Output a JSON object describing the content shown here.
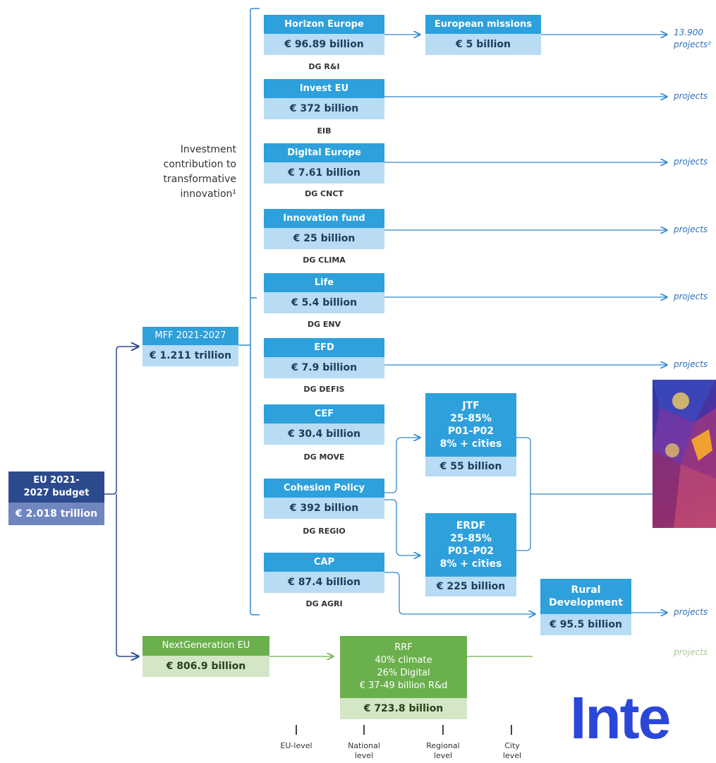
{
  "budget": {
    "label": "EU 2021-2027 budget",
    "value": "€ 2.018 trillion"
  },
  "mff": {
    "label": "MFF 2021-2027",
    "value": "€ 1.211 trillion"
  },
  "ngeu": {
    "label": "NextGeneration EU",
    "value": "€ 806.9 billion"
  },
  "note": [
    "Investment",
    "contribution to",
    "transformative",
    "innovation¹"
  ],
  "programmes": [
    {
      "label": "Horizon Europe",
      "value": "€ 96.89 billion",
      "org": "DG R&I"
    },
    {
      "label": "Invest EU",
      "value": "€ 372 billion",
      "org": "EIB"
    },
    {
      "label": "Digital Europe",
      "value": "€ 7.61 billion",
      "org": "DG CNCT"
    },
    {
      "label": "Innovation fund",
      "value": "€ 25 billion",
      "org": "DG CLIMA"
    },
    {
      "label": "Life",
      "value": "€ 5.4 billion",
      "org": "DG ENV"
    },
    {
      "label": "EFD",
      "value": "€ 7.9 billion",
      "org": "DG DEFIS"
    },
    {
      "label": "CEF",
      "value": "€ 30.4 billion",
      "org": "DG MOVE"
    },
    {
      "label": "Cohesion Policy",
      "value": "€ 392 billion",
      "org": "DG REGIO"
    },
    {
      "label": "CAP",
      "value": "€ 87.4 billion",
      "org": "DG AGRI"
    }
  ],
  "missions": {
    "label": "European missions",
    "value": "€ 5 billion"
  },
  "jtf": {
    "lines": [
      "JTF",
      "25-85%",
      "P01-P02",
      "8% + cities"
    ],
    "value": "€ 55 billion"
  },
  "erdf": {
    "lines": [
      "ERDF",
      "25-85%",
      "P01-P02",
      "8% + cities"
    ],
    "value": "€ 225 billion"
  },
  "rural": {
    "lines": [
      "Rural",
      "Development"
    ],
    "value": "€ 95.5 billion"
  },
  "rrf": {
    "lines": [
      "RRF",
      "40% climate",
      "26% Digital",
      "€ 37-49 billion R&d"
    ],
    "value": "€ 723.8 billion"
  },
  "outputs": {
    "first_count": "13.900",
    "first_label": "projects²",
    "label": "projects"
  },
  "levels": [
    [
      "EU-level"
    ],
    [
      "National",
      "level"
    ],
    [
      "Regional",
      "level"
    ],
    [
      "City",
      "level"
    ]
  ],
  "logo": {
    "text": "Inte"
  },
  "colors": {
    "blue": "#2ea0dc",
    "light_blue": "#b7dcf3",
    "navy": "#2c4a8e",
    "green": "#6ab04c",
    "link": "#2e6fbd"
  }
}
